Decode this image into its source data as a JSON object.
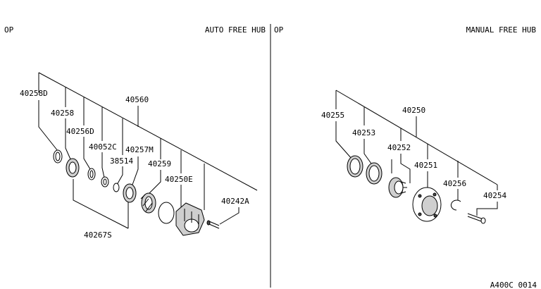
{
  "left_panel": {
    "option_label": "OP",
    "title": "AUTO FREE HUB",
    "parts": {
      "p40258D": "40258D",
      "p40258": "40258",
      "p40256D": "40256D",
      "p40052C": "40052C",
      "p38514": "38514",
      "p40560": "40560",
      "p40257M": "40257M",
      "p40259": "40259",
      "p40250E": "40250E",
      "p40242A": "40242A",
      "p40267S": "40267S"
    }
  },
  "right_panel": {
    "option_label": "OP",
    "title": "MANUAL FREE HUB",
    "parts": {
      "p40255": "40255",
      "p40253": "40253",
      "p40250": "40250",
      "p40252": "40252",
      "p40251": "40251",
      "p40256": "40256",
      "p40254": "40254"
    }
  },
  "footer": {
    "code": "A400C 0014"
  }
}
